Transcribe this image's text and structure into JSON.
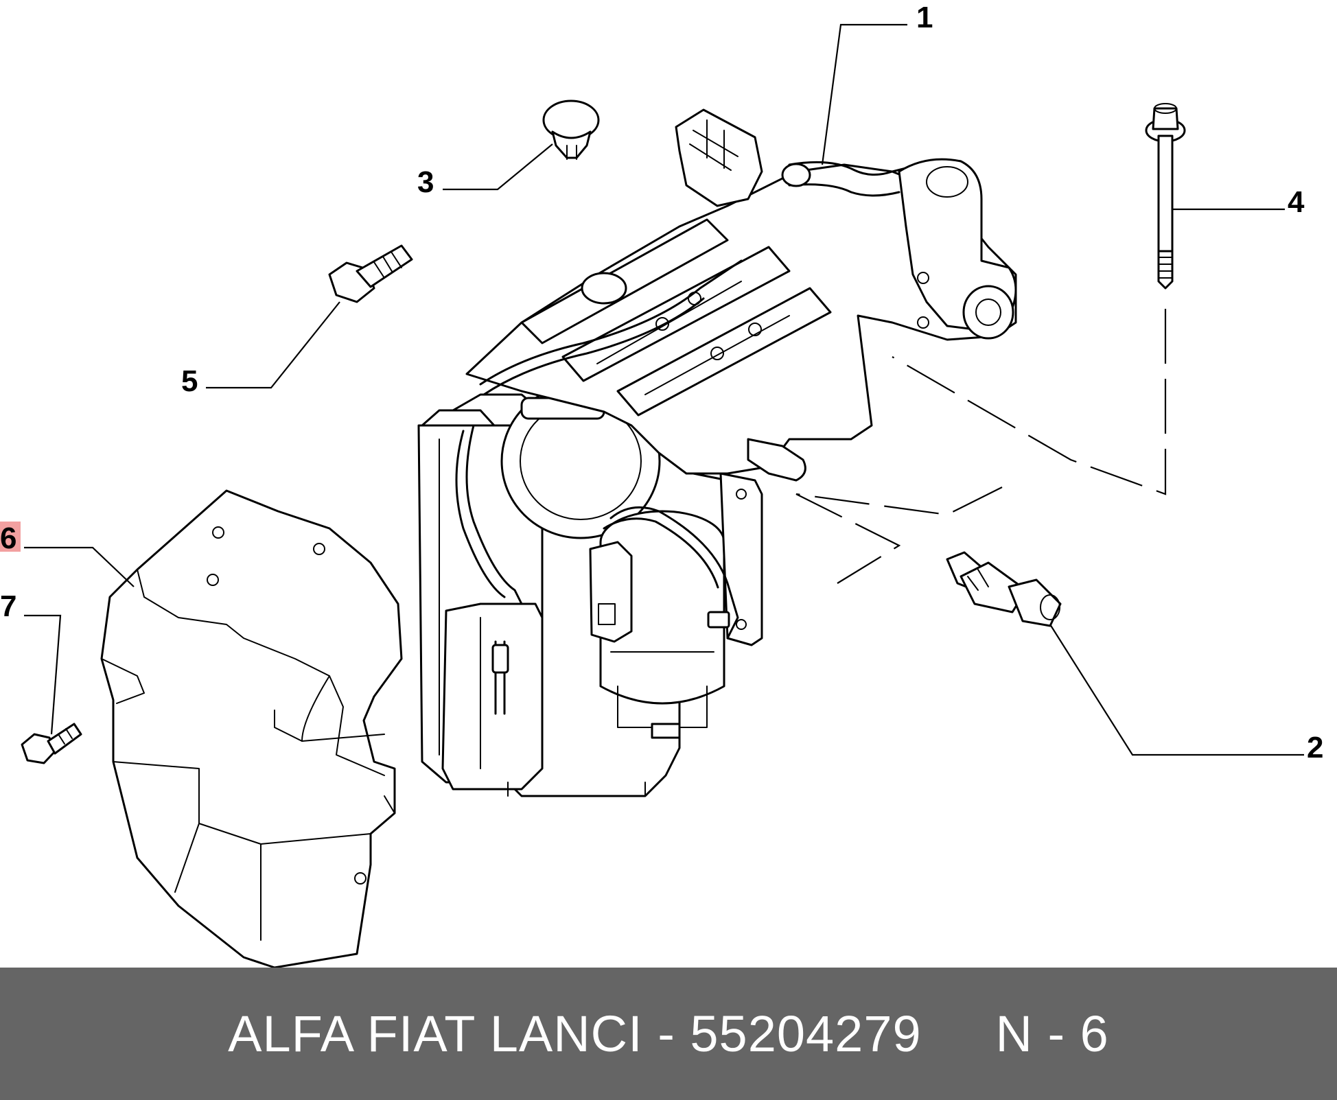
{
  "callouts": [
    {
      "number": "1",
      "highlighted": false
    },
    {
      "number": "2",
      "highlighted": false
    },
    {
      "number": "3",
      "highlighted": false
    },
    {
      "number": "4",
      "highlighted": false
    },
    {
      "number": "5",
      "highlighted": false
    },
    {
      "number": "6",
      "highlighted": true
    },
    {
      "number": "7",
      "highlighted": false
    }
  ],
  "footer": {
    "text": "ALFA FIAT LANCI - 55204279     N - 6"
  },
  "colors": {
    "background": "#ffffff",
    "line": "#000000",
    "footer_band": "#656565",
    "footer_text": "#ffffff",
    "highlight": "#f2a0a0"
  }
}
